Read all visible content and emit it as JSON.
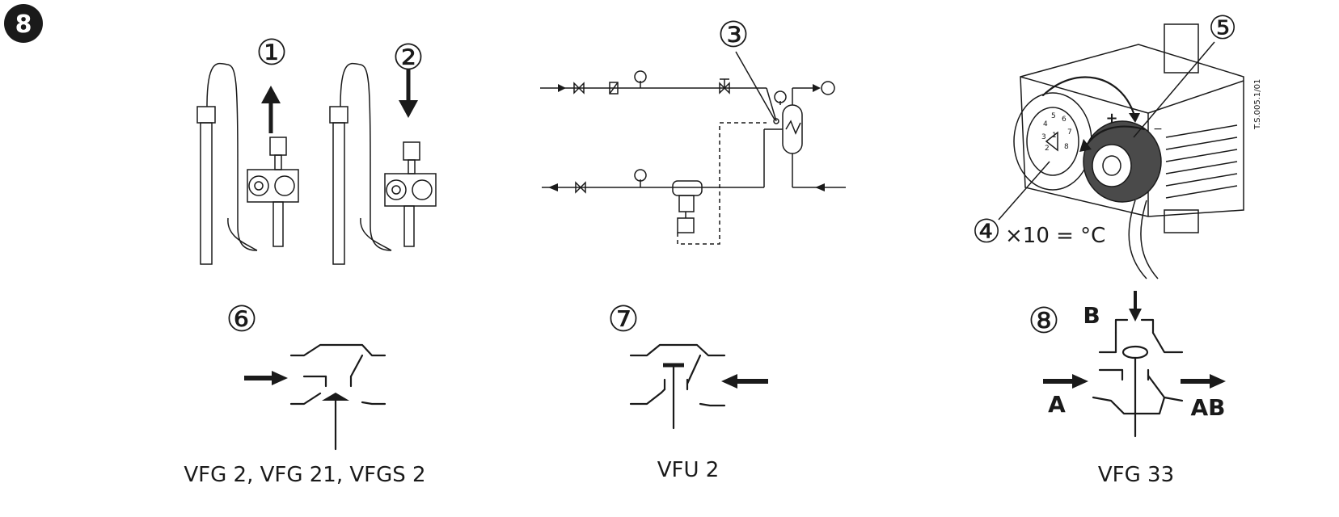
{
  "figure": {
    "badge": "8",
    "labels": {
      "one": "①",
      "two": "②",
      "three": "③",
      "four": "④",
      "five": "⑤",
      "six": "⑥",
      "seven": "⑦",
      "eight": "⑧"
    },
    "formula": "×10 =  °C",
    "side_code": "T.S.005.1/01",
    "dial_text": {
      "plus": "+",
      "minus": "−"
    },
    "dial_numbers": [
      "1",
      "2",
      "3",
      "4",
      "5",
      "6",
      "7",
      "8"
    ],
    "captions": {
      "vfg2": "VFG 2, VFG 21, VFGS 2",
      "vfu2": "VFU 2",
      "vfg33": "VFG 33"
    },
    "ports": {
      "a": "A",
      "b": "B",
      "ab": "AB"
    }
  }
}
